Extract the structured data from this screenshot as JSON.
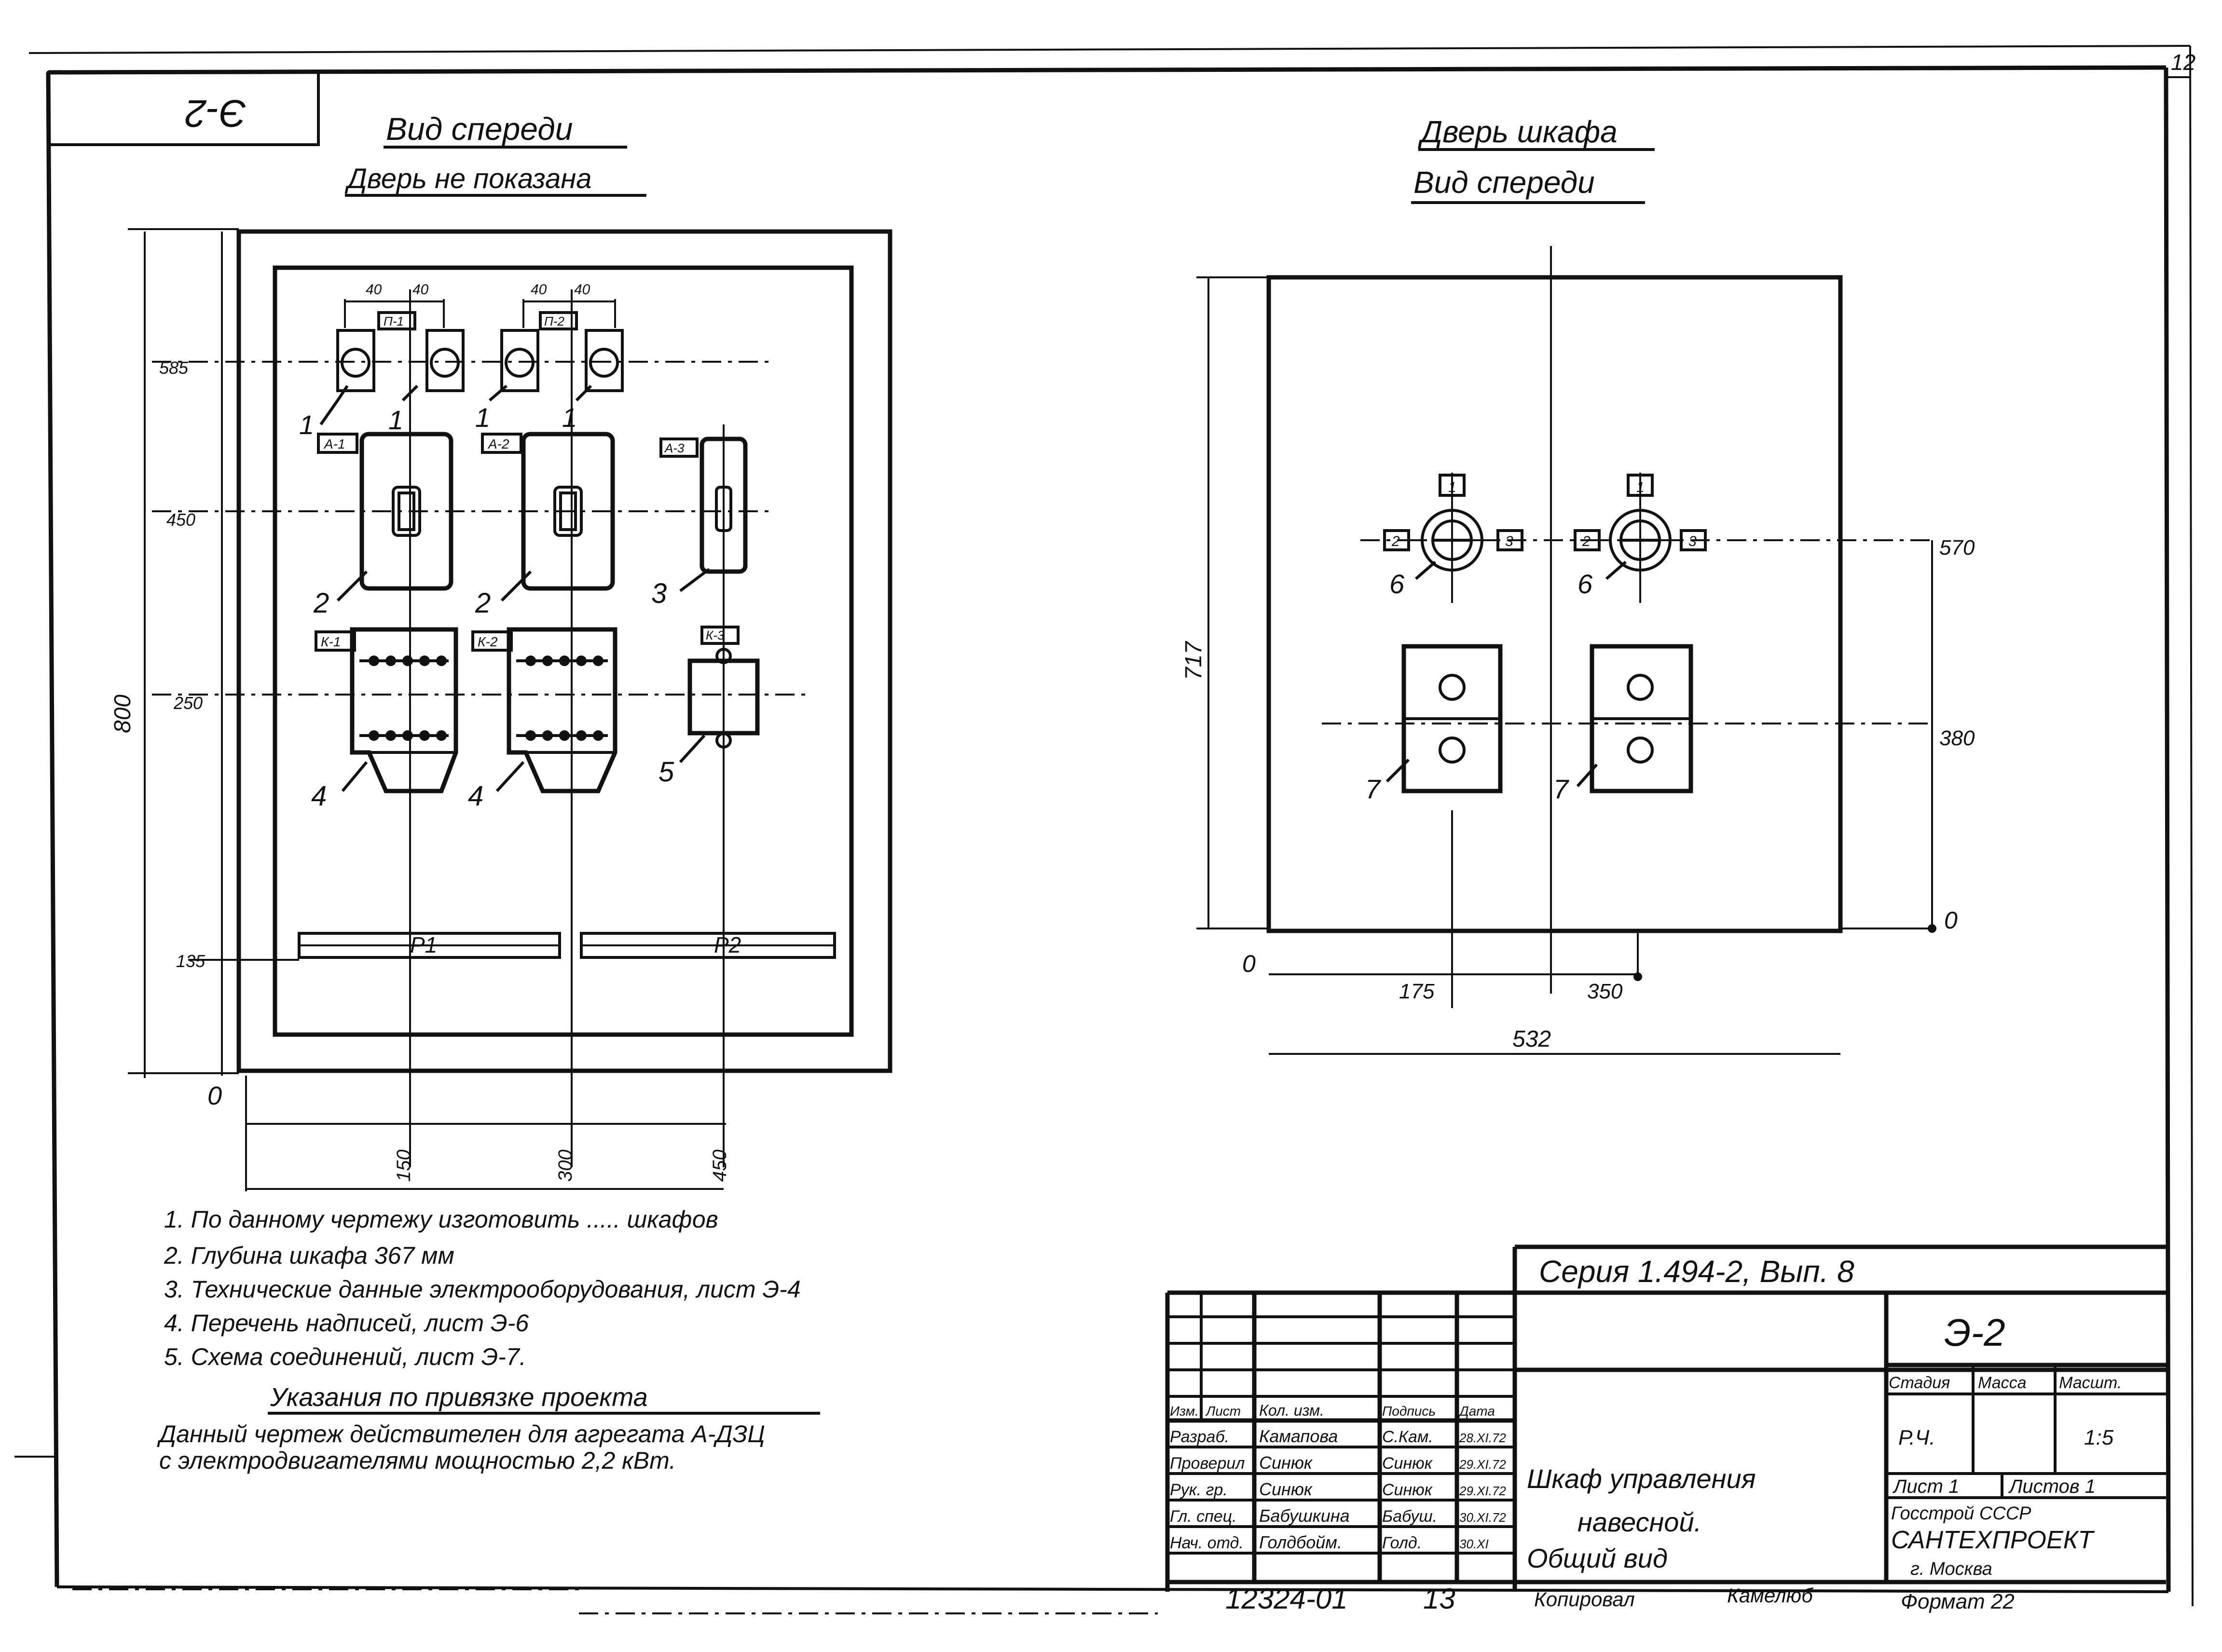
{
  "sheet": {
    "page_number": "12",
    "corner_code": "Э-2",
    "left_view": {
      "title": "Вид спереди",
      "subtitle": "Дверь не показана",
      "dim_height": "800",
      "dim_585": "585",
      "dim_450": "450",
      "dim_250": "250",
      "dim_135": "135",
      "dim_zero": "0",
      "dim_x1": "150",
      "dim_x2": "300",
      "dim_x3": "450",
      "dim_40": "40",
      "tags": {
        "tp1": "П-1",
        "tp2": "П-2",
        "a1": "А-1",
        "a2": "А-2",
        "a3": "А-3",
        "k1": "К-1",
        "k2": "К-2",
        "k3": "К-3"
      },
      "callouts": [
        "1",
        "2",
        "3",
        "4",
        "5"
      ],
      "rails": [
        "P1",
        "P2"
      ]
    },
    "right_view": {
      "title": "Дверь шкафа",
      "subtitle": "Вид спереди",
      "dim_height": "717",
      "dim_570": "570",
      "dim_380": "380",
      "dim_zero": "0",
      "dim_175": "175",
      "dim_350": "350",
      "dim_width": "532",
      "tag_1": "1",
      "tag_2": "2",
      "tag_3": "3",
      "callouts": [
        "6",
        "7"
      ]
    },
    "notes": [
      "1. По данному чертежу изготовить ..... шкафов",
      "2. Глубина шкафа 367 мм",
      "3. Технические данные электрооборудования, лист Э-4",
      "4. Перечень надписей, лист Э-6",
      "5. Схема соединений, лист Э-7."
    ],
    "binding": {
      "heading": "Указания по привязке проекта",
      "line1": "Данный чертеж действителен для агрегата А-ДЗЦ",
      "line2": "с электродвигателями мощностью 2,2 кВт."
    },
    "title_block": {
      "series": "Серия 1.494-2, Вып. 8",
      "sheet_code": "Э-2",
      "col_headers": [
        "Изм.",
        "Лист",
        "Кол. изм.",
        "Подпись",
        "Дата"
      ],
      "roles": [
        "Разраб.",
        "Проверил",
        "Рук. гр.",
        "Гл. спец.",
        "Нач. отд."
      ],
      "names": [
        "Камапова",
        "Синюк",
        "Синюк",
        "Бабушкина",
        "Голдбойм."
      ],
      "signs": [
        "С.Кам.",
        "Синюк",
        "Синюк",
        "Бабуш.",
        "Голд."
      ],
      "dates": [
        "28.XI.72",
        "29.XI.72",
        "29.XI.72",
        "30.XI.72",
        "30.XI"
      ],
      "title_line1": "Шкаф управления",
      "title_line2": "навесной.",
      "title_line3": "Общий вид",
      "stage_label": "Стадия",
      "mass_label": "Масса",
      "scale_label": "Масшт.",
      "stage": "Р.Ч.",
      "scale": "1:5",
      "sheet_label": "Лист 1",
      "sheets_label": "Листов 1",
      "org1": "Госстрой СССР",
      "org2": "САНТЕХПРОЕКТ",
      "org3": "г. Москва"
    },
    "footer": {
      "code": "12324-01",
      "num": "13",
      "copied": "Копировал",
      "copier": "Камелюб",
      "format": "Формат 22"
    }
  }
}
